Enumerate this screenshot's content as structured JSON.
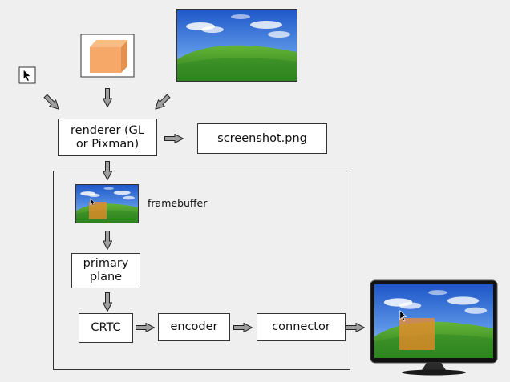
{
  "nodes": {
    "renderer": "renderer (GL\nor Pixman)",
    "screenshot": "screenshot.png",
    "framebuffer": "framebuffer",
    "primary_plane": "primary\nplane",
    "crtc": "CRTC",
    "encoder": "encoder",
    "connector": "connector"
  },
  "icons": {
    "cursor": "mouse-cursor-icon",
    "cube": "orange-cube-icon",
    "wallpaper": "bliss-wallpaper-image",
    "monitor": "monitor-icon"
  },
  "colors": {
    "background": "#efefef",
    "box_fill": "#ffffff",
    "box_border": "#333333",
    "arrow_fill": "#9e9e9e",
    "cube": "#f5a868",
    "sky": "#2f6fd6",
    "grass": "#3f9a2a"
  }
}
